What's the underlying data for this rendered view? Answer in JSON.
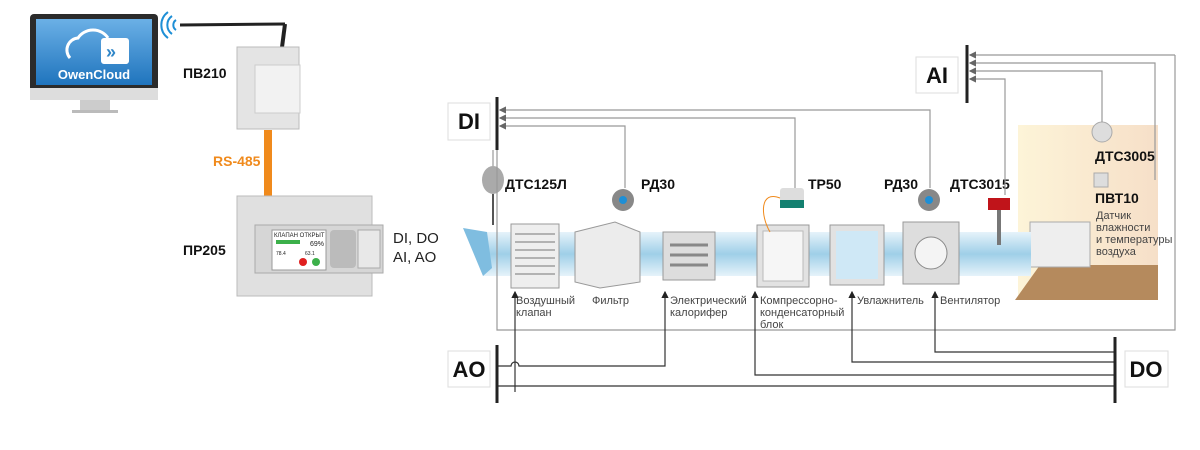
{
  "cloud": {
    "brand": "OwenCloud"
  },
  "devices": {
    "gateway": "ПВ210",
    "interface": "RS-485",
    "controller": "ПР205",
    "controller_io_line1": "DI, DO",
    "controller_io_line2": "AI, AO",
    "controller_screen": {
      "title": "КЛАПАН ОТКРЫТ",
      "percent": "69%",
      "t1": "78.4",
      "t2": "63.1"
    }
  },
  "buses": {
    "di": "DI",
    "ai": "AI",
    "ao": "AO",
    "do": "DO"
  },
  "sensors": {
    "dts125l": "ДТС125Л",
    "rd30_a": "РД30",
    "tr50": "ТР50",
    "rd30_b": "РД30",
    "dts3015": "ДТС3015",
    "dts3005": "ДТС3005",
    "pvt10": "ПВТ10",
    "pvt10_desc": [
      "Датчик",
      "влажности",
      "и температуры",
      "воздуха"
    ]
  },
  "units": [
    {
      "lines": [
        "Воздушный",
        "клапан"
      ]
    },
    {
      "lines": [
        "Фильтр"
      ]
    },
    {
      "lines": [
        "Электрический",
        "калорифер"
      ]
    },
    {
      "lines": [
        "Компрессорно-",
        "конденсаторный",
        "блок"
      ]
    },
    {
      "lines": [
        "Увлажнитель"
      ]
    },
    {
      "lines": [
        "Вентилятор"
      ]
    }
  ],
  "colors": {
    "accent": "#f08a1c",
    "duct": "#a9d4ea",
    "cloud_screen": "#2f86c8"
  }
}
